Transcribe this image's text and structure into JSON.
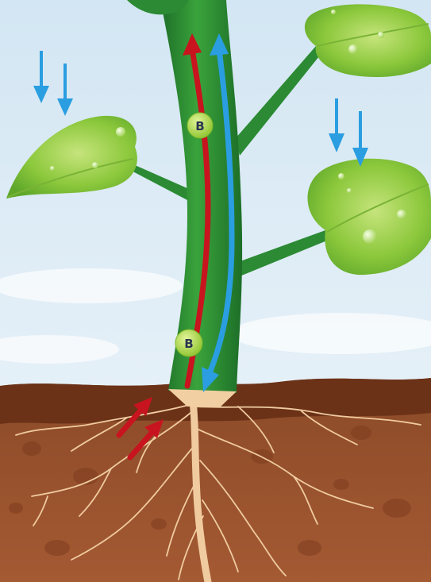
{
  "diagram": {
    "nodes": [
      {
        "id": "boron-upper",
        "label": "B"
      },
      {
        "id": "boron-lower",
        "label": "B"
      }
    ],
    "arrows": {
      "uptake_from_soil": {
        "count": 2,
        "direction": "into-root",
        "color": "#c8141e"
      },
      "xylem_flow": {
        "direction": "up",
        "color": "#c8141e"
      },
      "phloem_flow": {
        "direction": "down",
        "color": "#2a9ee0"
      },
      "foliar_application": {
        "count": 4,
        "direction": "down",
        "color": "#2a9ee0"
      }
    }
  },
  "colors": {
    "sky_top": "#d3e6f3",
    "sky_bottom": "#eef5fa",
    "stem": "#23802e",
    "stem_highlight": "#3aa33b",
    "leaf": "#8cc83c",
    "leaf_light": "#c6e47c",
    "soil_top": "#6b3218",
    "soil": "#a0522f",
    "root": "#f2cfa3",
    "node_fill": "#b9e04a"
  }
}
